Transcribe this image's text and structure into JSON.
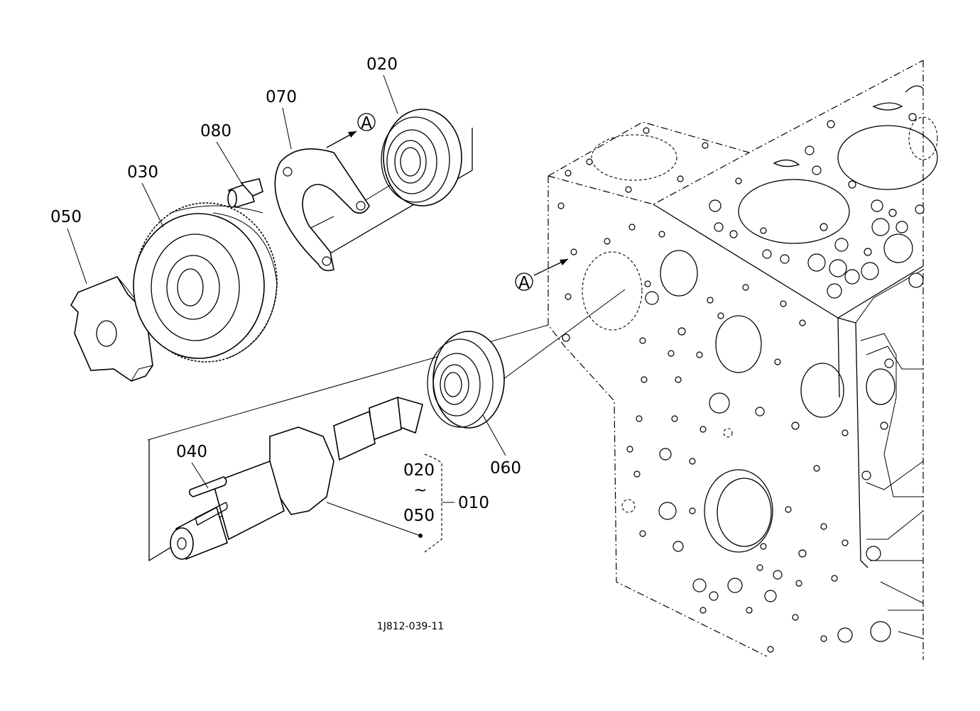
{
  "labels": {
    "p020": "020",
    "p070": "070",
    "p080": "080",
    "p030": "030",
    "p050": "050",
    "p040": "040",
    "p060": "060",
    "p010": "010",
    "range_from": "020",
    "range_tilde": "~",
    "range_to": "050",
    "ref_a_top": "A",
    "ref_a_block": "A"
  },
  "drawing_number": "1J812-039-11"
}
